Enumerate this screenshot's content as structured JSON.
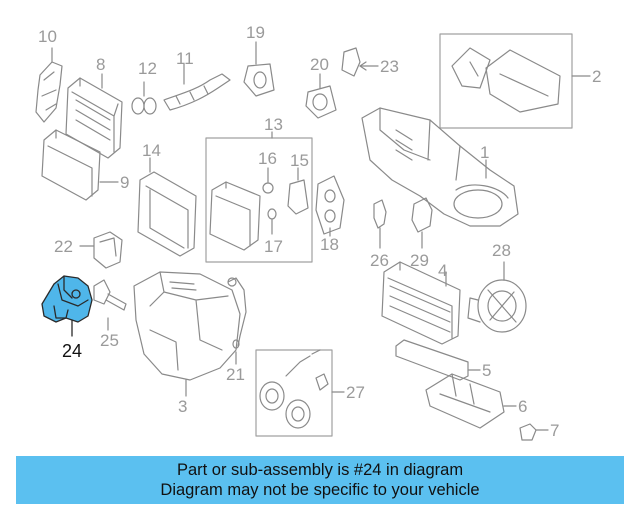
{
  "diagram": {
    "part_numbers": [
      "1",
      "2",
      "3",
      "4",
      "5",
      "6",
      "7",
      "8",
      "9",
      "10",
      "11",
      "12",
      "13",
      "14",
      "15",
      "16",
      "17",
      "18",
      "19",
      "20",
      "21",
      "22",
      "23",
      "24",
      "25",
      "26",
      "27",
      "28",
      "29"
    ],
    "highlighted_part": "24",
    "highlight_color": "#4fb6ea",
    "line_color": "#8a8a8a"
  },
  "banner": {
    "line1": "Part or sub-assembly is #24 in diagram",
    "line2": "Diagram may not be specific to your vehicle",
    "background": "#5bc0f0"
  }
}
